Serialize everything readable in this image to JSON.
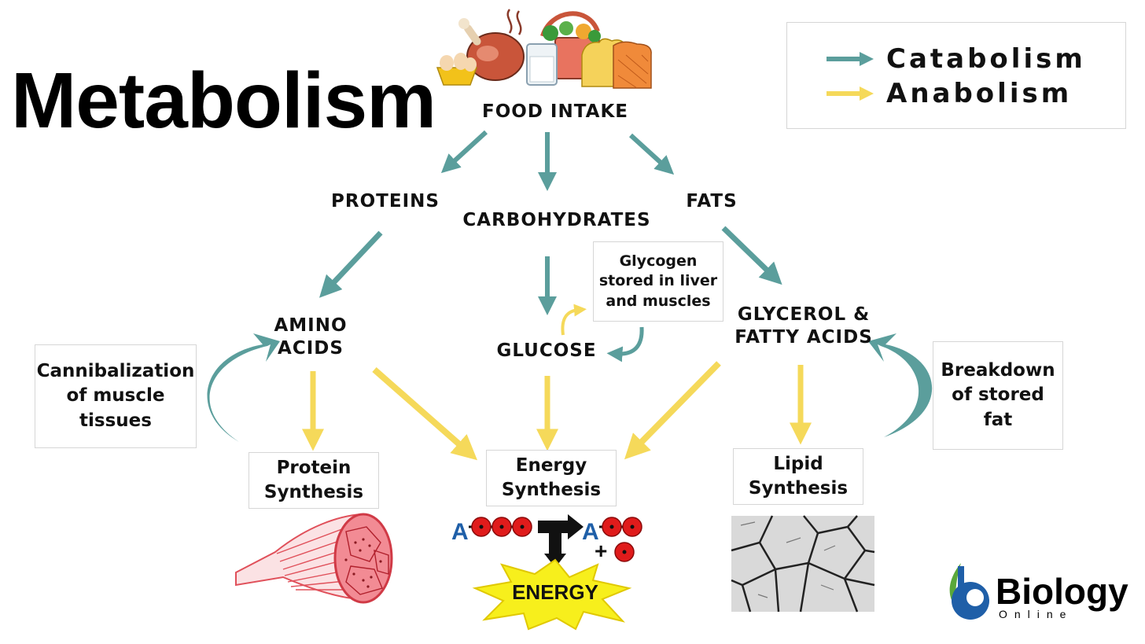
{
  "title": "Metabolism",
  "legend": {
    "catabolism": "Catabolism",
    "anabolism": "Anabolism"
  },
  "nodes": {
    "food_intake": "FOOD INTAKE",
    "proteins": "PROTEINS",
    "carbohydrates": "CARBOHYDRATES",
    "fats": "FATS",
    "amino_acids_1": "AMINO",
    "amino_acids_2": "ACIDS",
    "glucose": "GLUCOSE",
    "glycerol_1": "GLYCEROL &",
    "glycerol_2": "FATTY ACIDS"
  },
  "boxes": {
    "glycogen": [
      "Glycogen",
      "stored in liver",
      "and muscles"
    ],
    "cannibalization": [
      "Cannibalization",
      "of muscle",
      "tissues"
    ],
    "breakdown": [
      "Breakdown",
      "of stored",
      "fat"
    ],
    "protein_synthesis": [
      "Protein",
      "Synthesis"
    ],
    "energy_synthesis": [
      "Energy",
      "Synthesis"
    ],
    "lipid_synthesis": [
      "Lipid",
      "Synthesis"
    ]
  },
  "atp": {
    "a_label": "A",
    "plus": "+",
    "energy": "ENERGY"
  },
  "logo": {
    "name": "Biology",
    "sub": "Online"
  },
  "colors": {
    "catabolism": "#5b9e9c",
    "anabolism": "#f5d95a",
    "muscle": "#e0505a",
    "phosphate": "#e01b1b",
    "adenine": "#1f5fa8",
    "starburst": "#f7ef1c"
  }
}
